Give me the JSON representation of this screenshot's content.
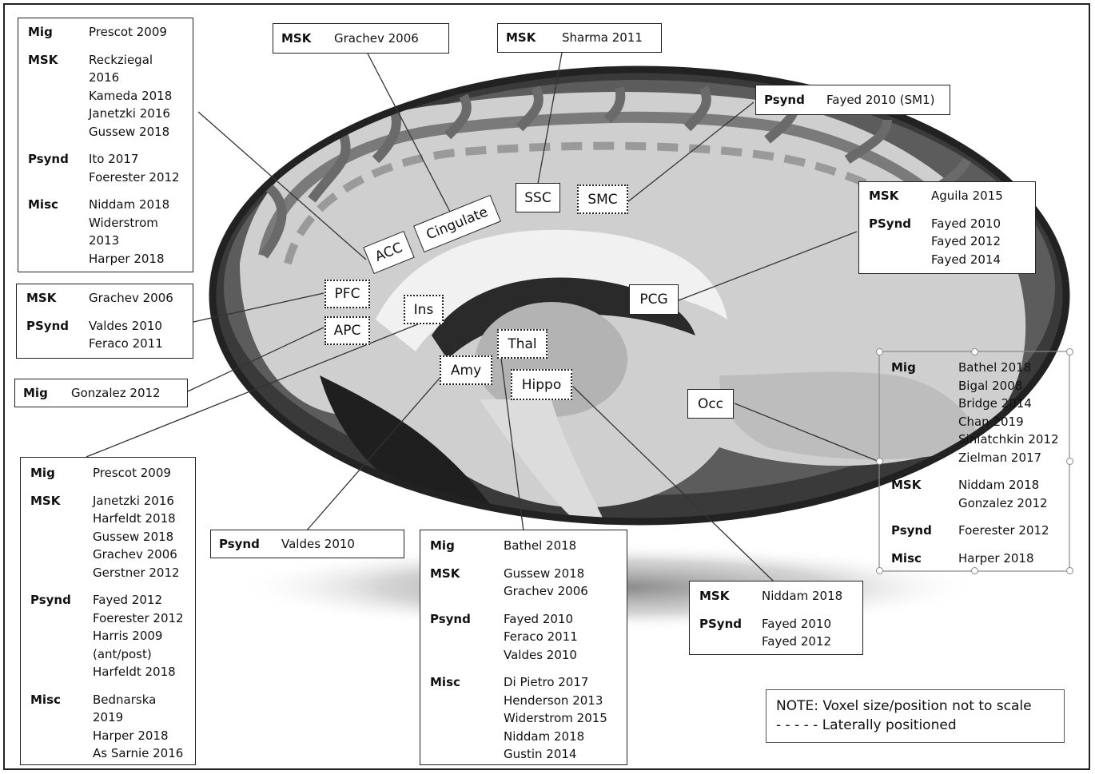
{
  "regions": {
    "acc": "ACC",
    "cingulate": "Cingulate",
    "ssc": "SSC",
    "smc": "SMC",
    "pfc": "PFC",
    "apc": "APC",
    "ins": "Ins",
    "amy": "Amy",
    "thal": "Thal",
    "hippo": "Hippo",
    "pcg": "PCG",
    "occ": "Occ"
  },
  "boxes": {
    "acc": [
      {
        "cat": "Mig",
        "refs": [
          "Prescot 2009"
        ]
      },
      {
        "cat": "MSK",
        "refs": [
          "Reckziegal",
          "2016",
          "Kameda 2018",
          "Janetzki 2016",
          "Gussew 2018"
        ]
      },
      {
        "cat": "Psynd",
        "refs": [
          "Ito 2017",
          "Foerester 2012"
        ]
      },
      {
        "cat": "Misc",
        "refs": [
          "Niddam 2018",
          "Widerstrom",
          "2013",
          "Harper 2018"
        ]
      }
    ],
    "cingulate": {
      "cat": "MSK",
      "ref": "Grachev 2006"
    },
    "ssc": {
      "cat": "MSK",
      "ref": "Sharma 2011"
    },
    "smc": {
      "cat": "Psynd",
      "ref": "Fayed 2010 (SM1)"
    },
    "pcg": [
      {
        "cat": "MSK",
        "refs": [
          "Aguila 2015"
        ]
      },
      {
        "cat": "PSynd",
        "refs": [
          "Fayed 2010",
          "Fayed 2012",
          "Fayed 2014"
        ]
      }
    ],
    "pfc": [
      {
        "cat": "MSK",
        "refs": [
          "Grachev 2006"
        ]
      },
      {
        "cat": "PSynd",
        "refs": [
          "Valdes 2010",
          "Feraco 2011"
        ]
      }
    ],
    "apc": {
      "cat": "Mig",
      "ref": "Gonzalez 2012"
    },
    "occ": [
      {
        "cat": "Mig",
        "refs": [
          "Bathel 2018",
          "Bigal 2008",
          "Bridge 2014",
          "Chan 2019",
          "Siniatchkin 2012",
          "Zielman 2017"
        ]
      },
      {
        "cat": "MSK",
        "refs": [
          "Niddam 2018",
          "Gonzalez 2012"
        ]
      },
      {
        "cat": "Psynd",
        "refs": [
          "Foerester 2012"
        ]
      },
      {
        "cat": "Misc",
        "refs": [
          "Harper 2018"
        ]
      }
    ],
    "ins": [
      {
        "cat": "Mig",
        "refs": [
          "Prescot 2009"
        ]
      },
      {
        "cat": "MSK",
        "refs": [
          "Janetzki 2016",
          "Harfeldt 2018",
          "Gussew 2018",
          "Grachev 2006",
          "Gerstner 2012"
        ]
      },
      {
        "cat": "Psynd",
        "refs": [
          "Fayed 2012",
          "Foerester 2012",
          "Harris 2009",
          "(ant/post)",
          "Harfeldt 2018"
        ]
      },
      {
        "cat": "Misc",
        "refs": [
          "Bednarska",
          "2019",
          "Harper 2018",
          "As Sarnie 2016"
        ]
      }
    ],
    "amy": {
      "cat": "Psynd",
      "ref": "Valdes 2010"
    },
    "thal": [
      {
        "cat": "Mig",
        "refs": [
          "Bathel 2018"
        ]
      },
      {
        "cat": "MSK",
        "refs": [
          "Gussew 2018",
          "Grachev 2006"
        ]
      },
      {
        "cat": "Psynd",
        "refs": [
          "Fayed 2010",
          "Feraco 2011",
          "Valdes 2010"
        ]
      },
      {
        "cat": "Misc",
        "refs": [
          "Di Pietro 2017",
          "Henderson 2013",
          "Widerstrom 2015",
          "Niddam 2018",
          "Gustin 2014"
        ]
      }
    ],
    "hippo": [
      {
        "cat": "MSK",
        "refs": [
          "Niddam 2018"
        ]
      },
      {
        "cat": "PSynd",
        "refs": [
          "Fayed 2010",
          "Fayed 2012"
        ]
      }
    ]
  },
  "note": {
    "line1": "NOTE: Voxel size/position not to scale",
    "line2": "- - - - - Laterally positioned"
  }
}
